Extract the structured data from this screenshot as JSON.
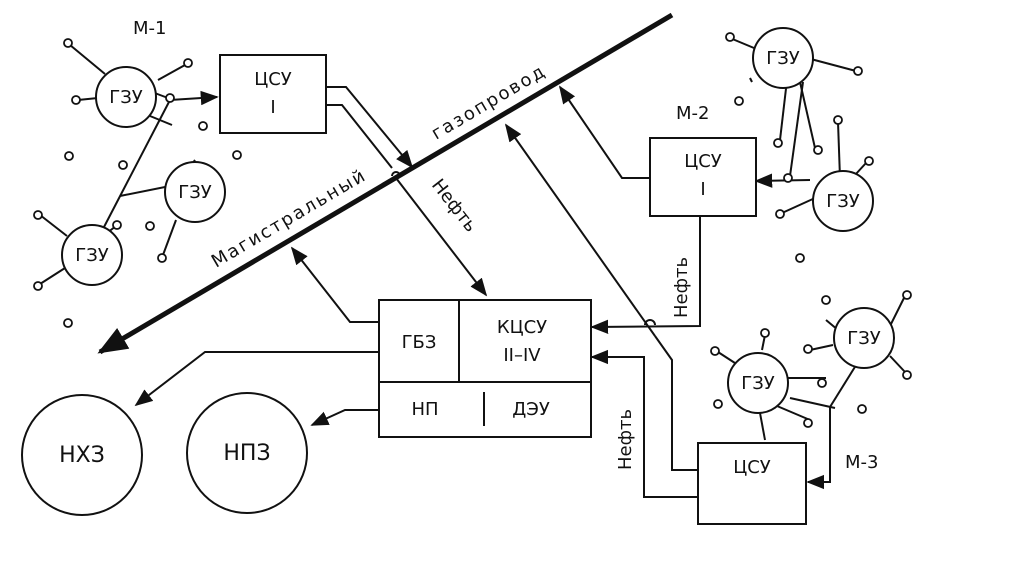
{
  "fields": {
    "m1": "М-1",
    "m2": "М-2",
    "m3": "М-3"
  },
  "gzu_label": "ГЗУ",
  "csu_label": "ЦСУ",
  "csu_roman": "I",
  "pipeline": {
    "word1": "Магистральный",
    "word2": "газопровод"
  },
  "oil_label": "Нефть",
  "central": {
    "gbz": "ГБЗ",
    "kcsu_line1": "КЦСУ",
    "kcsu_line2": "II–IV",
    "np": "НП",
    "deu": "ДЭУ"
  },
  "plants": {
    "nhz": "НХЗ",
    "npz": "НПЗ"
  }
}
